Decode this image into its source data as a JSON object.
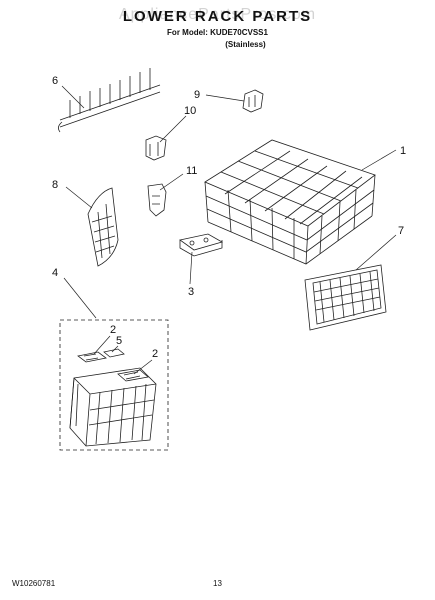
{
  "watermark": "AppliancePartsPros.com",
  "header": {
    "title": "LOWER RACK PARTS",
    "model_line": "For Model: KUDE70CVSS1",
    "variant": "(Stainless)"
  },
  "callouts": [
    "1",
    "2",
    "2",
    "3",
    "4",
    "5",
    "6",
    "7",
    "8",
    "9",
    "10",
    "11"
  ],
  "footer": {
    "doc_id": "W10260781",
    "page": "13"
  }
}
